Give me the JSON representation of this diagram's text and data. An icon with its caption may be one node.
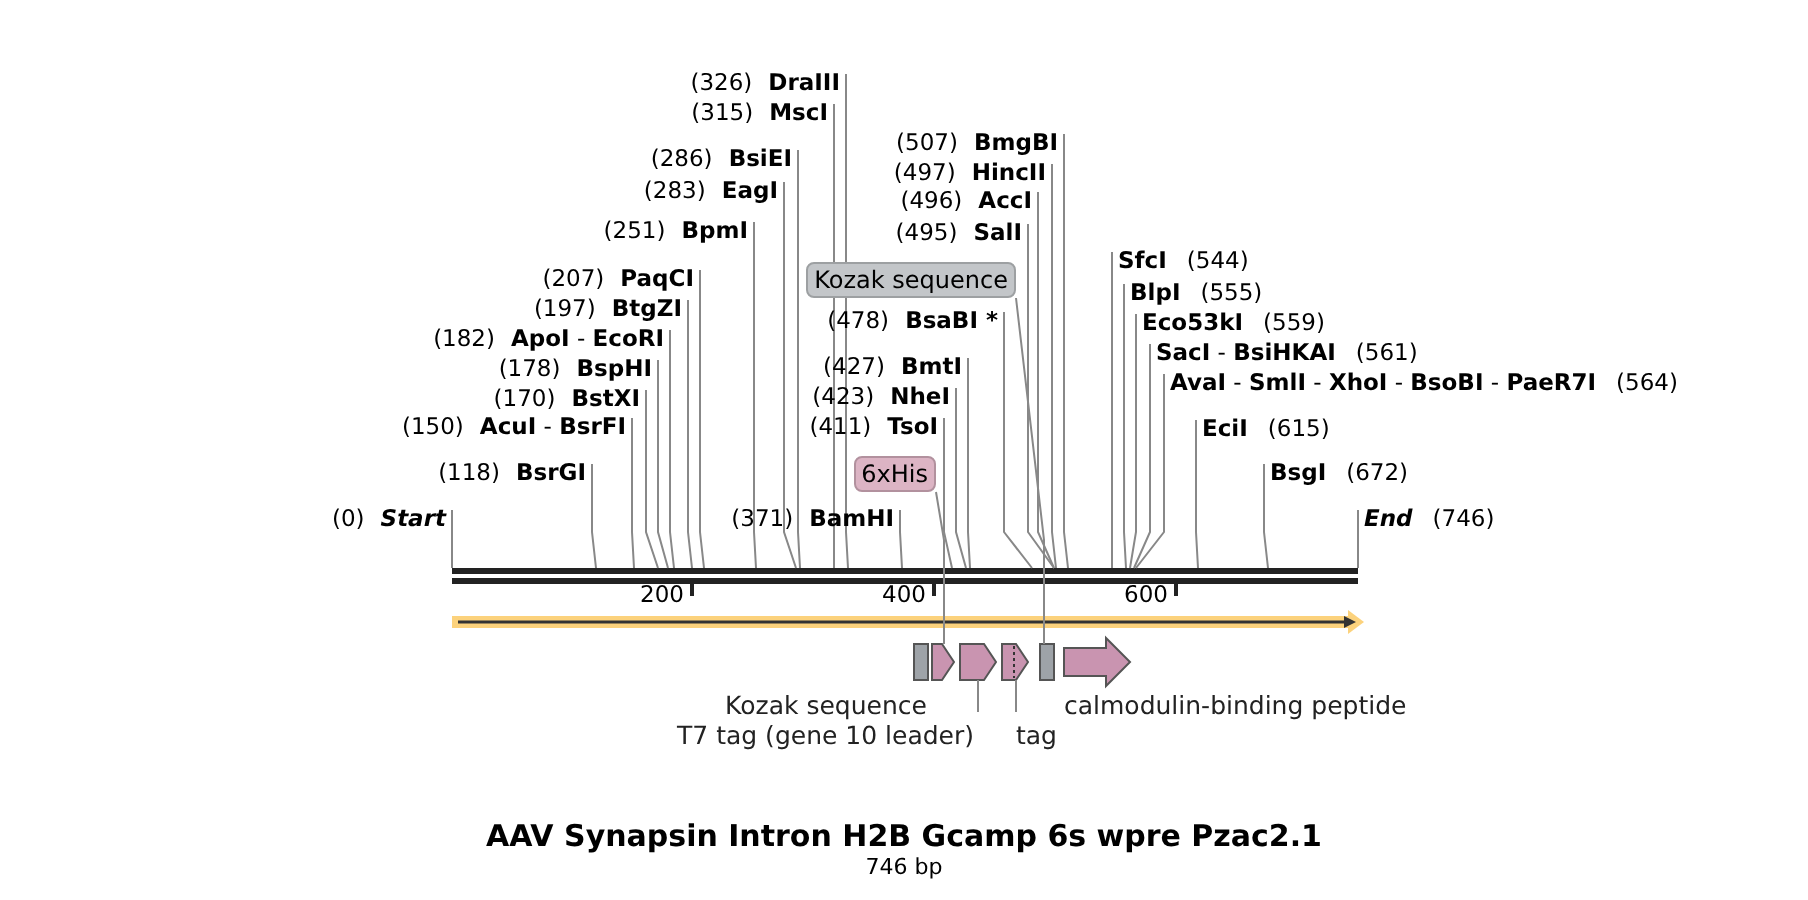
{
  "diagram": {
    "title": "AAV Synapsin Intron H2B Gcamp 6s wpre Pzac2.1",
    "caption": "746 bp",
    "nodes": [
      {
        "text": [
          "(326)",
          "DraIII"
        ]
      },
      {
        "text": [
          "(315)",
          "MscI"
        ]
      },
      {
        "text": [
          "(507)",
          "BmgBI"
        ]
      },
      {
        "text": [
          "(286)",
          "BsiEI"
        ]
      },
      {
        "text": [
          "(497)",
          "HincII"
        ]
      },
      {
        "text": [
          "(283)",
          "EagI"
        ]
      },
      {
        "text": [
          "(496)",
          "AccI"
        ]
      },
      {
        "text": [
          "(251)",
          "BpmI"
        ]
      },
      {
        "text": [
          "(495)",
          "SalI"
        ]
      },
      {
        "text": [
          "(207)",
          "PaqCI"
        ]
      },
      {
        "text": [
          "Kozak sequence"
        ]
      },
      {
        "text": [
          "SfcI",
          "(544)"
        ]
      },
      {
        "text": [
          "(197)",
          "BtgZI"
        ]
      },
      {
        "text": [
          "BlpI",
          "(555)"
        ]
      },
      {
        "text": [
          "(478)",
          "BsaBI *"
        ]
      },
      {
        "text": [
          "Eco53kI",
          "(559)"
        ]
      },
      {
        "text": [
          "(182)",
          "**ApoI** - **EcoRI**"
        ]
      },
      {
        "text": [
          "**SacI** - **BsiHKAI**",
          "(561)"
        ]
      },
      {
        "text": [
          "(178)",
          "BspHI"
        ]
      },
      {
        "text": [
          "(427)",
          "BmtI"
        ]
      },
      {
        "text": [
          "**AvaI** - **SmlI** - **XhoI** - **BsoBI** - **PaeR7I**",
          "(564)"
        ]
      },
      {
        "text": [
          "(170)",
          "BstXI"
        ]
      },
      {
        "text": [
          "(423)",
          "NheI"
        ]
      },
      {
        "text": [
          "(150)",
          "**AcuI** - **BsrFI**"
        ]
      },
      {
        "text": [
          "(411)",
          "TsoI"
        ]
      },
      {
        "text": [
          "EciI",
          "(615)"
        ]
      },
      {
        "text": [
          "(118)",
          "BsrGI"
        ]
      },
      {
        "text": [
          "6xHis"
        ]
      },
      {
        "text": [
          "BsgI",
          "(672)"
        ]
      },
      {
        "text": [
          "(0)",
          "Start"
        ]
      },
      {
        "text": [
          "(371)",
          "BamHI"
        ]
      },
      {
        "text": [
          "End",
          "(746)"
        ]
      },
      {
        "text": [],
        "shape": "bar"
      },
      {
        "text": [],
        "shape": "box",
        "beside": [
          "Kozak sequence"
        ]
      },
      {
        "text": [],
        "shape": "arrow"
      },
      {
        "text": [],
        "shape": "arrow"
      },
      {
        "text": [],
        "shape": "arrow"
      },
      {
        "text": [],
        "shape": "box"
      },
      {
        "text": [],
        "shape": "arrow",
        "beside": [
          "calmodulin-binding peptide"
        ]
      },
      {
        "text": [
          "T7 tag (gene 10 leader)"
        ]
      },
      {
        "text": [
          "tag"
        ]
      }
    ],
    "edges": [
      {
        "from": 0,
        "to": 32,
        "arrow": "none"
      },
      {
        "from": 1,
        "to": 32,
        "arrow": "none"
      },
      {
        "from": 2,
        "to": 32,
        "arrow": "none"
      },
      {
        "from": 3,
        "to": 32,
        "arrow": "none"
      },
      {
        "from": 4,
        "to": 32,
        "arrow": "none"
      },
      {
        "from": 5,
        "to": 32,
        "arrow": "none"
      },
      {
        "from": 6,
        "to": 32,
        "arrow": "none"
      },
      {
        "from": 7,
        "to": 32,
        "arrow": "none"
      },
      {
        "from": 8,
        "to": 32,
        "arrow": "none"
      },
      {
        "from": 9,
        "to": 32,
        "arrow": "none"
      },
      {
        "from": 10,
        "to": 37,
        "arrow": "none"
      },
      {
        "from": 11,
        "to": 32,
        "arrow": "none"
      },
      {
        "from": 12,
        "to": 32,
        "arrow": "none"
      },
      {
        "from": 13,
        "to": 32,
        "arrow": "none"
      },
      {
        "from": 14,
        "to": 32,
        "arrow": "none"
      },
      {
        "from": 15,
        "to": 32,
        "arrow": "none"
      },
      {
        "from": 16,
        "to": 32,
        "arrow": "none"
      },
      {
        "from": 17,
        "to": 32,
        "arrow": "none"
      },
      {
        "from": 18,
        "to": 32,
        "arrow": "none"
      },
      {
        "from": 19,
        "to": 32,
        "arrow": "none"
      },
      {
        "from": 20,
        "to": 32,
        "arrow": "none"
      },
      {
        "from": 21,
        "to": 32,
        "arrow": "none"
      },
      {
        "from": 22,
        "to": 32,
        "arrow": "none"
      },
      {
        "from": 23,
        "to": 32,
        "arrow": "none"
      },
      {
        "from": 24,
        "to": 32,
        "arrow": "none"
      },
      {
        "from": 25,
        "to": 32,
        "arrow": "none"
      },
      {
        "from": 26,
        "to": 32,
        "arrow": "none"
      },
      {
        "from": 27,
        "to": 34,
        "arrow": "none"
      },
      {
        "from": 28,
        "to": 32,
        "arrow": "none"
      },
      {
        "from": 29,
        "to": 32,
        "arrow": "none"
      },
      {
        "from": 30,
        "to": 32,
        "arrow": "none"
      },
      {
        "from": 31,
        "to": 32,
        "arrow": "none"
      },
      {
        "from": 39,
        "to": 35,
        "arrow": "none"
      },
      {
        "from": 40,
        "to": 36,
        "arrow": "none"
      }
    ],
    "labels": [
      "200",
      "400",
      "600"
    ]
  }
}
